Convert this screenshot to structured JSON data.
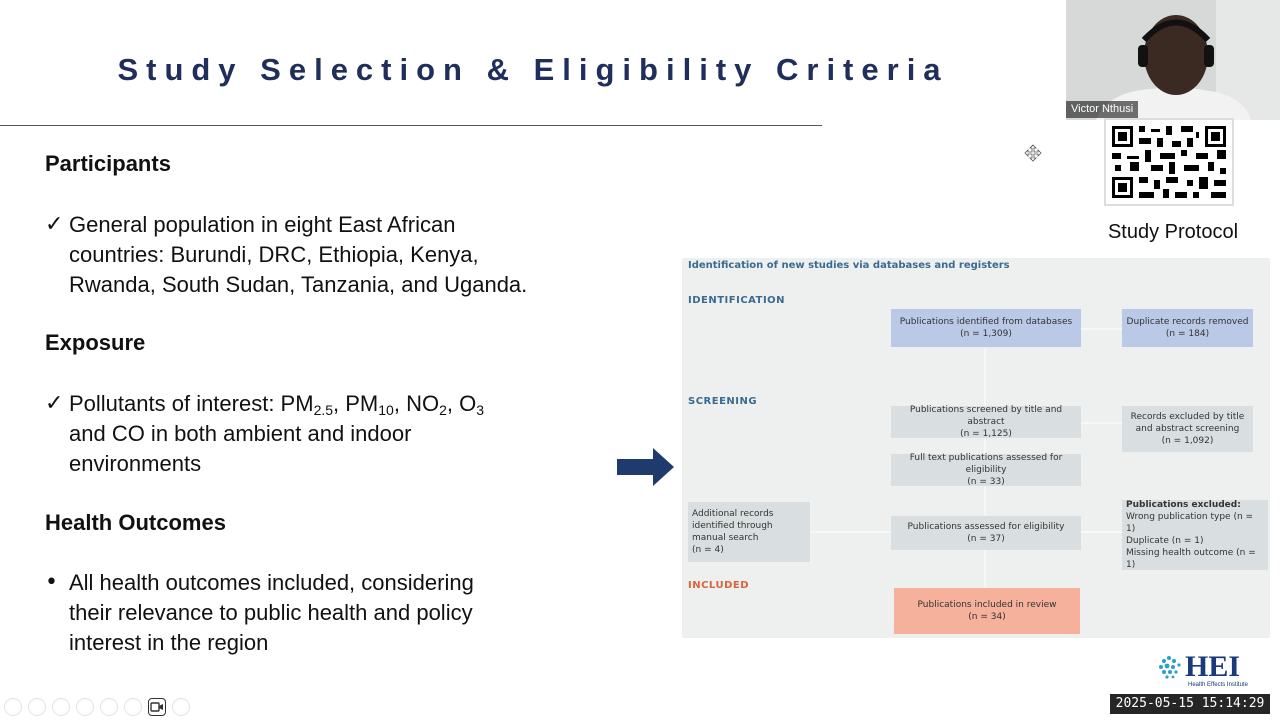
{
  "slide": {
    "title": "Study Selection & Eligibility Criteria",
    "participants": {
      "heading": "Participants",
      "bullet_mark": "✓",
      "line1": "General population in eight East African",
      "line2": "countries: Burundi, DRC, Ethiopia, Kenya,",
      "line3": "Rwanda, South Sudan, Tanzania, and Uganda."
    },
    "exposure": {
      "heading": "Exposure",
      "bullet_mark": "✓",
      "prefix": "Pollutants of interest: PM",
      "pm25_sub": "2.5",
      "pm10": ", PM",
      "pm10_sub": "10",
      "no2": ", NO",
      "no2_sub": "2",
      "o3": ", O",
      "o3_sub": "3",
      "line2": "and CO in both ambient and indoor",
      "line3": "environments"
    },
    "health": {
      "heading": "Health Outcomes",
      "bullet_mark": "•",
      "line1": "All health outcomes included, considering",
      "line2": "their relevance to public health and policy",
      "line3": "interest in the region"
    }
  },
  "flow": {
    "header": "Identification of new studies via databases and registers",
    "phases": {
      "identification": "IDENTIFICATION",
      "screening": "SCREENING",
      "included": "INCLUDED"
    },
    "phase_colors": {
      "identification": "#3b6a91",
      "screening": "#3b6a91",
      "included": "#d9643a"
    },
    "boxes": {
      "identified": {
        "title": "Publications identified from databases",
        "n": "(n = 1,309)"
      },
      "duplicates": {
        "title": "Duplicate records removed",
        "n": "(n = 184)"
      },
      "screened": {
        "title": "Publications screened by title and abstract",
        "n": "(n = 1,125)"
      },
      "excluded_title": {
        "title": "Records excluded by title and abstract screening",
        "n": "(n = 1,092)"
      },
      "fulltext": {
        "title": "Full text publications assessed for eligibility",
        "n": "(n = 33)"
      },
      "additional": {
        "title": "Additional records identified through manual search",
        "n": "(n = 4)"
      },
      "assessed": {
        "title": "Publications assessed for eligibility",
        "n": "(n = 37)"
      },
      "excluded": {
        "title": "Publications excluded:",
        "reason1": "Wrong publication type (n = 1)",
        "reason2": "Duplicate (n = 1)",
        "reason3": "Missing health outcome (n = 1)"
      },
      "included": {
        "title": "Publications included in review",
        "n": "(n = 34)"
      }
    }
  },
  "video": {
    "participant_name": "Victor Nthusi"
  },
  "qr": {
    "label": "Study Protocol"
  },
  "logo": {
    "text": "HEI",
    "subtext": "Health Effects Institute"
  },
  "timestamp": "2025-05-15  15:14:29",
  "toolbar": {
    "icons": [
      "prev-icon",
      "next-icon",
      "pen-icon",
      "copy-icon",
      "zoom-icon",
      "slides-icon",
      "camera-icon",
      "more-icon"
    ]
  },
  "colors": {
    "title": "#1f2e5a",
    "arrow": "#1f3b6e",
    "box_grey": "#d9dfe0",
    "box_blue": "#b9c9e6",
    "box_orange": "#f5b19b"
  }
}
